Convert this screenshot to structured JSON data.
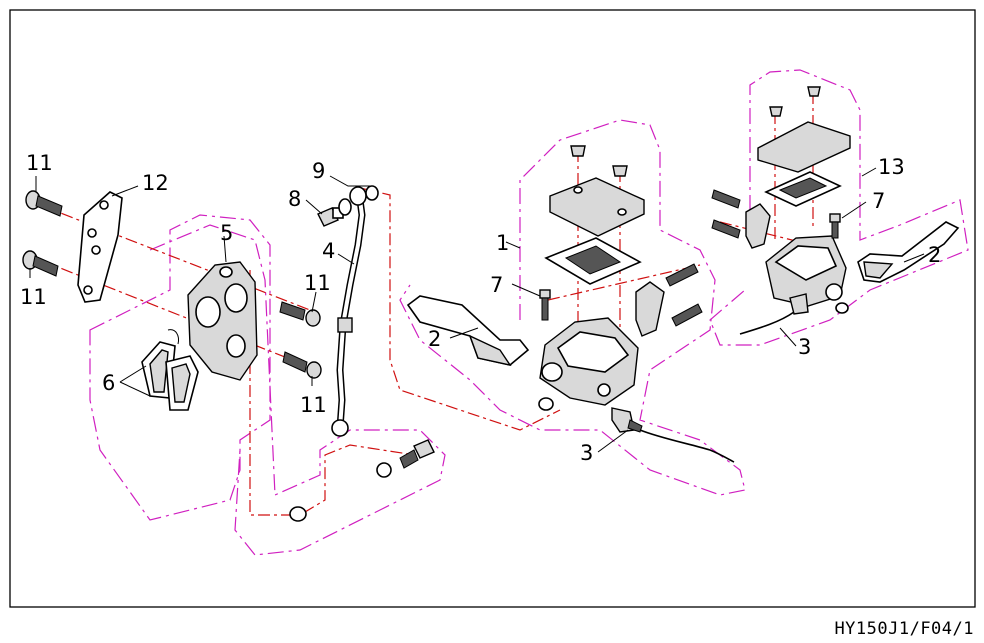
{
  "drawing_ref": "HY150J1/F04/1",
  "callouts": {
    "c11a": "11",
    "c11b": "11",
    "c11c": "11",
    "c11d": "11",
    "c12": "12",
    "c5": "5",
    "c6": "6",
    "c9": "9",
    "c8": "8",
    "c4": "4",
    "c1": "1",
    "c7a": "7",
    "c2a": "2",
    "c3a": "3",
    "c13": "13",
    "c7b": "7",
    "c2b": "2",
    "c3b": "3"
  },
  "colors": {
    "group_outline": "#d020c0",
    "centerline": "#d01010",
    "ink": "#000000"
  }
}
